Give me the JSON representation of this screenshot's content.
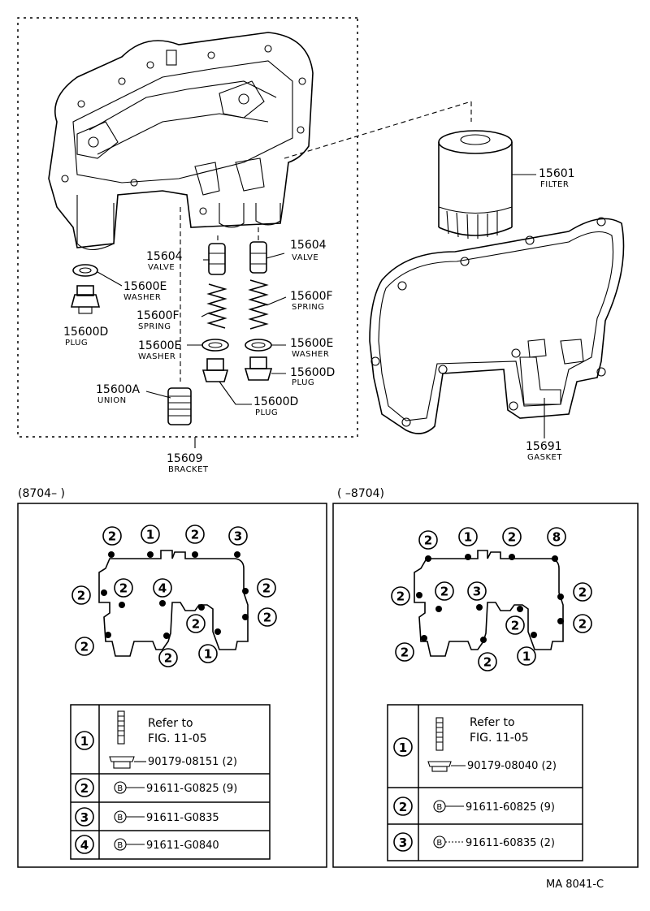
{
  "parts": {
    "valve_left": {
      "num": "15604",
      "name": "VALVE"
    },
    "valve_right": {
      "num": "15604",
      "name": "VALVE"
    },
    "washer_top": {
      "num": "15600E",
      "name": "WASHER"
    },
    "plug_left": {
      "num": "15600D",
      "name": "PLUG"
    },
    "spring_left": {
      "num": "15600F",
      "name": "SPRING"
    },
    "spring_right": {
      "num": "15600F",
      "name": "SPRING"
    },
    "washer_left": {
      "num": "15600E",
      "name": "WASHER"
    },
    "washer_right": {
      "num": "15600E",
      "name": "WASHER"
    },
    "plug_right": {
      "num": "15600D",
      "name": "PLUG"
    },
    "plug_mid": {
      "num": "15600D",
      "name": "PLUG"
    },
    "union": {
      "num": "15600A",
      "name": "UNION"
    },
    "bracket": {
      "num": "15609",
      "name": "BRACKET"
    },
    "filter": {
      "num": "15601",
      "name": "FILTER"
    },
    "gasket": {
      "num": "15691",
      "name": "GASKET"
    }
  },
  "panels": {
    "left": {
      "range": "(8704–        )"
    },
    "right": {
      "range": "(        –8704)"
    }
  },
  "left_callouts": [
    "2",
    "1",
    "2",
    "3",
    "2",
    "2",
    "4",
    "2",
    "2",
    "2",
    "2",
    "2",
    "1"
  ],
  "right_callouts": [
    "2",
    "1",
    "2",
    "8",
    "2",
    "2",
    "3",
    "2",
    "2",
    "2",
    "2",
    "2",
    "1"
  ],
  "left_table": {
    "r1_num": "1",
    "r1_ref1": "Refer to",
    "r1_ref2": "FIG. 11-05",
    "r1_part": "90179-08151 (2)",
    "r2_num": "2",
    "r2_part": "91611-G0825 (9)",
    "r3_num": "3",
    "r3_part": "91611-G0835",
    "r4_num": "4",
    "r4_part": "91611-G0840",
    "b_letter": "B"
  },
  "right_table": {
    "r1_num": "1",
    "r1_ref1": "Refer to",
    "r1_ref2": "FIG. 11-05",
    "r1_part": "90179-08040 (2)",
    "r2_num": "2",
    "r2_part": "91611-60825 (9)",
    "r3_num": "3",
    "r3_part": "91611-60835  (2)",
    "b_letter": "B"
  },
  "ref_code": "MA  8041-C"
}
